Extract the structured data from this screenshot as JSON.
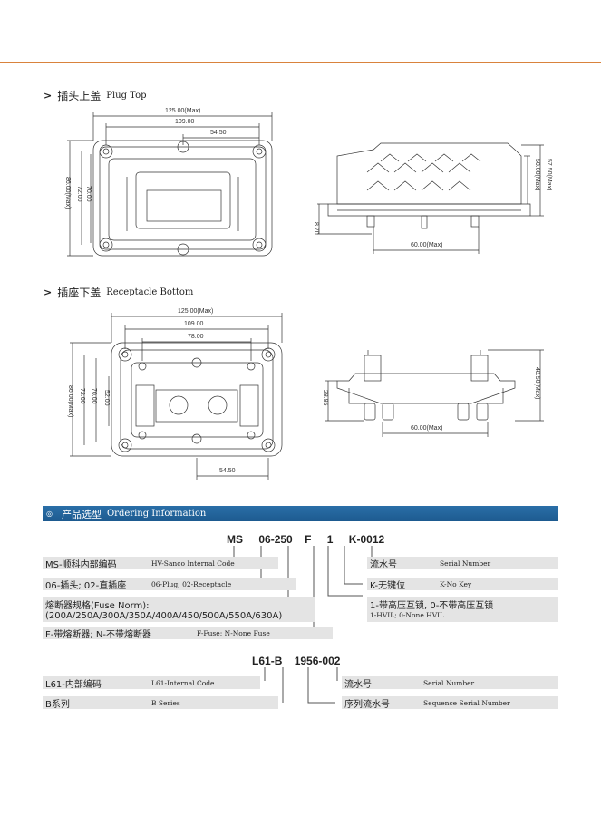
{
  "plug_top": {
    "zh": "插头上盖",
    "en": "Plug Top",
    "dims": {
      "w125": "125.00(Max)",
      "w109": "109.00",
      "w54": "54.50",
      "h86": "86.00(Max)",
      "h72": "72.00",
      "h70": "70.00",
      "h50": "50.00(Max)",
      "h57": "57.50(Max)",
      "h8": "8.70",
      "w60": "60.00(Max)"
    }
  },
  "receptacle_bottom": {
    "zh": "插座下盖",
    "en": "Receptacle Bottom",
    "dims": {
      "w125": "125.00(Max)",
      "w109": "109.00",
      "w78": "78.00",
      "w54": "54.50",
      "h86": "86.00(Max)",
      "h72": "72.00",
      "h70": "70.00",
      "h52": "52.00",
      "h28": "28.85",
      "h48": "48.50(Max)",
      "w60": "60.00(Max)"
    }
  },
  "ordering": {
    "zh": "产品选型",
    "en": "Ordering Information"
  },
  "code1": {
    "p1": "MS",
    "p2": "06",
    "p3": "250",
    "p4": "F",
    "p5": "1",
    "p6": "K",
    "p7": "0012"
  },
  "rows1": {
    "ms_zh": "MS-顺科内部编码",
    "ms_en": "HV-Sanco Internal Code",
    "type_zh": "06-插头; 02-直插座",
    "type_en": "06-Plug; 02-Receptacle",
    "fuse_zh": "熔断器规格(Fuse Norm):",
    "fuse_vals": "(200A/250A/300A/350A/400A/450/500A/550A/630A)",
    "f_zh": "F-带熔断器; N-不带熔断器",
    "f_en": "F-Fuse; N-None Fuse",
    "serial_zh": "流水号",
    "serial_en": "Serial Number",
    "key_zh": "K-无键位",
    "key_en": "K-No Key",
    "hvil_zh": "1-带高压互锁, 0-不带高压互锁",
    "hvil_en": "1-HVIL; 0-None HVIL"
  },
  "code2": {
    "p1": "L61",
    "p2": "B",
    "p3": "1956",
    "p4": "002"
  },
  "rows2": {
    "l61_zh": "L61-内部编码",
    "l61_en": "L61-Internal Code",
    "b_zh": "B系列",
    "b_en": "B Series",
    "serial_zh": "流水号",
    "serial_en": "Serial Number",
    "seq_zh": "序列流水号",
    "seq_en": "Sequence Serial Number"
  },
  "colors": {
    "accent": "#d9833d",
    "banner": "#2a6fa8",
    "row_bg": "#e4e4e4"
  }
}
